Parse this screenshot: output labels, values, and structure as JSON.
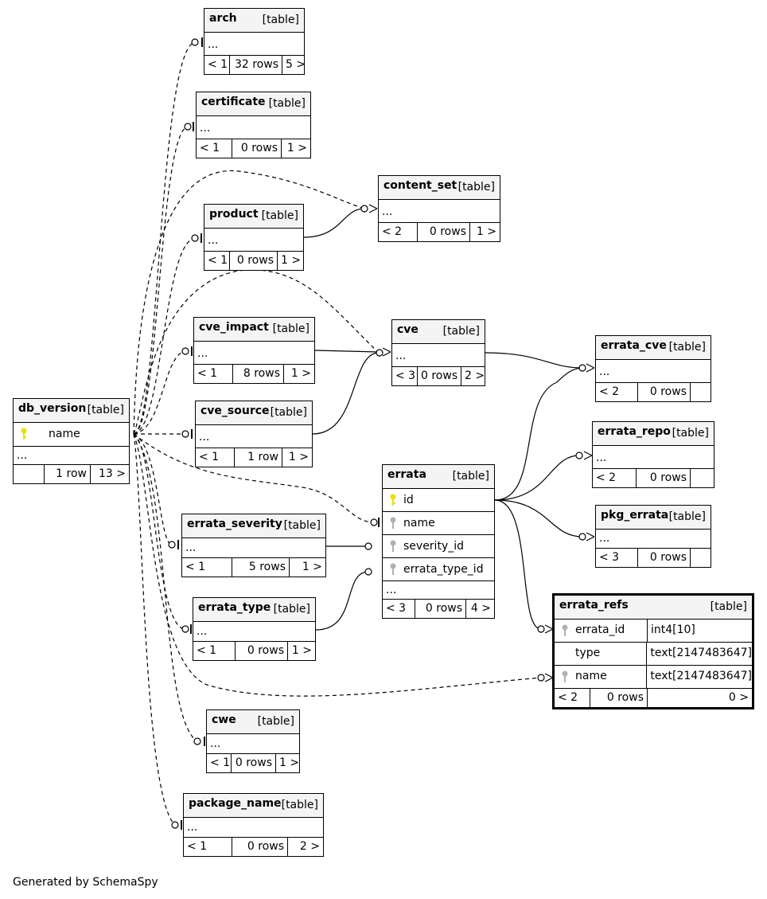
{
  "footer": "Generated by SchemaSpy",
  "tables": {
    "arch": {
      "name": "arch",
      "type": "[table]",
      "ellipsis": "...",
      "prev": "< 1",
      "rows": "32 rows",
      "next": "5 >"
    },
    "certificate": {
      "name": "certificate",
      "type": "[table]",
      "ellipsis": "...",
      "prev": "< 1",
      "rows": "0 rows",
      "next": "1 >"
    },
    "content_set": {
      "name": "content_set",
      "type": "[table]",
      "ellipsis": "...",
      "prev": "< 2",
      "rows": "0 rows",
      "next": "1 >"
    },
    "product": {
      "name": "product",
      "type": "[table]",
      "ellipsis": "...",
      "prev": "< 1",
      "rows": "0 rows",
      "next": "1 >"
    },
    "cve_impact": {
      "name": "cve_impact",
      "type": "[table]",
      "ellipsis": "...",
      "prev": "< 1",
      "rows": "8 rows",
      "next": "1 >"
    },
    "cve": {
      "name": "cve",
      "type": "[table]",
      "ellipsis": "...",
      "prev": "< 3",
      "rows": "0 rows",
      "next": "2 >"
    },
    "errata_cve": {
      "name": "errata_cve",
      "type": "[table]",
      "ellipsis": "...",
      "prev": "< 2",
      "rows": "0 rows",
      "next": ""
    },
    "cve_source": {
      "name": "cve_source",
      "type": "[table]",
      "ellipsis": "...",
      "prev": "< 1",
      "rows": "1 row",
      "next": "1 >"
    },
    "db_version": {
      "name": "db_version",
      "type": "[table]",
      "col_name": "name",
      "ellipsis": "...",
      "prev": "",
      "rows": "1 row",
      "next": "13 >"
    },
    "errata_repo": {
      "name": "errata_repo",
      "type": "[table]",
      "ellipsis": "...",
      "prev": "< 2",
      "rows": "0 rows",
      "next": ""
    },
    "errata": {
      "name": "errata",
      "type": "[table]",
      "cols": [
        "id",
        "name",
        "severity_id",
        "errata_type_id"
      ],
      "ellipsis": "...",
      "prev": "< 3",
      "rows": "0 rows",
      "next": "4 >"
    },
    "pkg_errata": {
      "name": "pkg_errata",
      "type": "[table]",
      "ellipsis": "...",
      "prev": "< 3",
      "rows": "0 rows",
      "next": ""
    },
    "errata_severity": {
      "name": "errata_severity",
      "type": "[table]",
      "ellipsis": "...",
      "prev": "< 1",
      "rows": "5 rows",
      "next": "1 >"
    },
    "errata_refs": {
      "name": "errata_refs",
      "type": "[table]",
      "cols": [
        {
          "name": "errata_id",
          "type": "int4[10]"
        },
        {
          "name": "type",
          "type": "text[2147483647]"
        },
        {
          "name": "name",
          "type": "text[2147483647]"
        }
      ],
      "prev": "< 2",
      "rows": "0 rows",
      "next": "0 >"
    },
    "errata_type": {
      "name": "errata_type",
      "type": "[table]",
      "ellipsis": "...",
      "prev": "< 1",
      "rows": "0 rows",
      "next": "1 >"
    },
    "cwe": {
      "name": "cwe",
      "type": "[table]",
      "ellipsis": "...",
      "prev": "< 1",
      "rows": "0 rows",
      "next": "1 >"
    },
    "package_name": {
      "name": "package_name",
      "type": "[table]",
      "ellipsis": "...",
      "prev": "< 1",
      "rows": "0 rows",
      "next": "2 >"
    }
  },
  "colors": {
    "primary_key": "#e8e000",
    "foreign_key": "#b0b0b0",
    "header_bg": "#f4f4f4",
    "line": "#000000"
  }
}
